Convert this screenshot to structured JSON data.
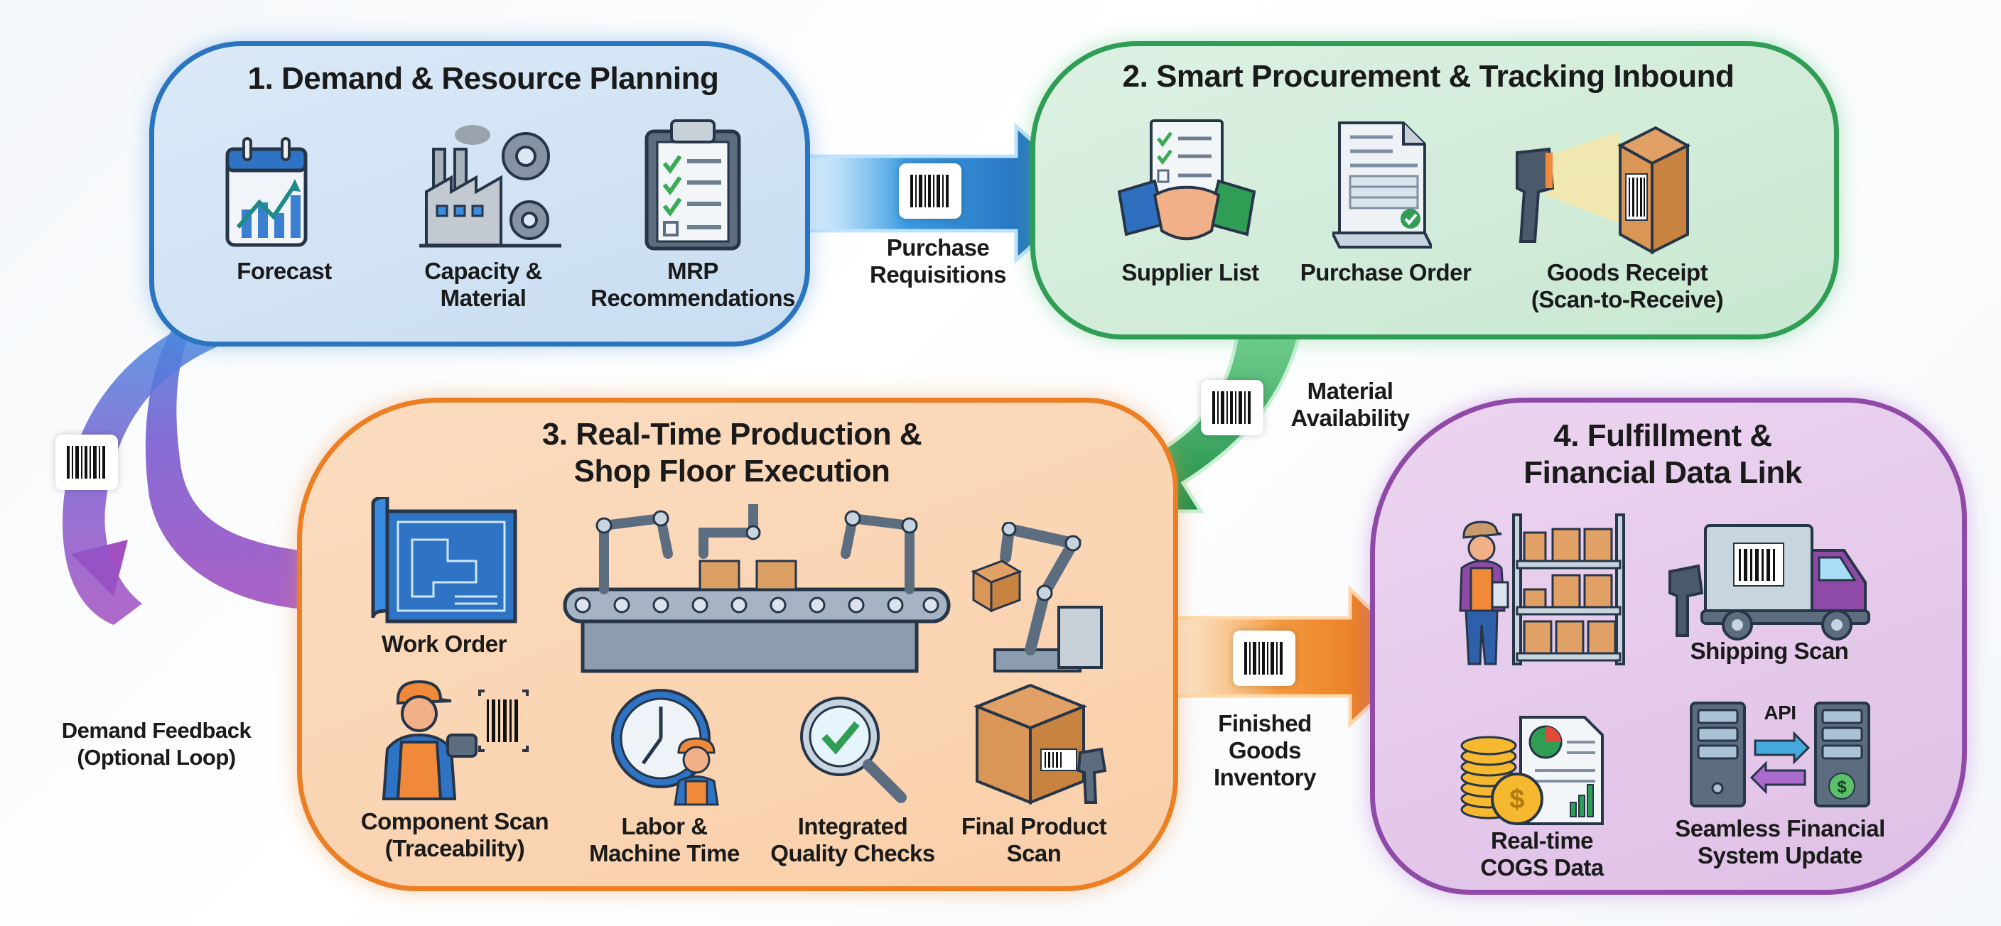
{
  "stages": [
    {
      "title": "1. Demand & Resource Planning",
      "color": "#2a74c0",
      "items": [
        {
          "icon": "calendar-chart-icon",
          "label": "Forecast"
        },
        {
          "icon": "factory-gears-icon",
          "label": "Capacity & Material"
        },
        {
          "icon": "clipboard-checklist-icon",
          "label": "MRP Recommendations"
        }
      ]
    },
    {
      "title": "2. Smart Procurement & Tracking Inbound",
      "color": "#2f9e54",
      "items": [
        {
          "icon": "handshake-document-icon",
          "label": "Supplier List"
        },
        {
          "icon": "purchase-order-document-icon",
          "label": "Purchase Order"
        },
        {
          "icon": "scanner-box-icon",
          "label": "Goods Receipt (Scan-to-Receive)"
        }
      ]
    },
    {
      "title_line1": "3. Real-Time Production &",
      "title_line2": "Shop Floor Execution",
      "color": "#ec7f23",
      "items": [
        {
          "icon": "blueprint-icon",
          "label": "Work Order"
        },
        {
          "icon": "robotic-assembly-line-icon",
          "label": ""
        },
        {
          "icon": "robot-arm-box-icon",
          "label": ""
        },
        {
          "icon": "worker-scanner-icon",
          "label": "Component Scan (Traceability)"
        },
        {
          "icon": "clock-worker-icon",
          "label": "Labor & Machine Time"
        },
        {
          "icon": "magnifier-check-icon",
          "label": "Integrated Quality Checks"
        },
        {
          "icon": "box-scanner-icon",
          "label": "Final Product Scan"
        }
      ]
    },
    {
      "title_line1": "4. Fulfillment &",
      "title_line2": "Financial Data Link",
      "color": "#8f4aa8",
      "items": [
        {
          "icon": "warehouse-worker-shelves-icon",
          "label": ""
        },
        {
          "icon": "truck-scanner-icon",
          "label": "Shipping Scan"
        },
        {
          "icon": "coins-report-icon",
          "label": "Real-time COGS Data"
        },
        {
          "icon": "servers-api-icon",
          "label": "Seamless Financial System Update",
          "api_text": "API"
        }
      ]
    }
  ],
  "connectors": {
    "purchase_requisitions": {
      "line1": "Purchase",
      "line2": "Requisitions"
    },
    "material_availability": {
      "line1": "Material",
      "line2": "Availability"
    },
    "finished_goods": {
      "line1": "Finished",
      "line2": "Goods",
      "line3": "Inventory"
    },
    "demand_feedback": {
      "line1": "Demand Feedback",
      "line2": "(Optional Loop)"
    }
  },
  "labels": {
    "s1_item1": "Forecast",
    "s1_item2_l1": "Capacity &",
    "s1_item2_l2": "Material",
    "s1_item3_l1": "MRP",
    "s1_item3_l2": "Recommendations",
    "s2_item1": "Supplier List",
    "s2_item2": "Purchase Order",
    "s2_item3_l1": "Goods Receipt",
    "s2_item3_l2": "(Scan-to-Receive)",
    "s3_item1": "Work Order",
    "s3_item4_l1": "Component Scan",
    "s3_item4_l2": "(Traceability)",
    "s3_item5_l1": "Labor &",
    "s3_item5_l2": "Machine Time",
    "s3_item6_l1": "Integrated",
    "s3_item6_l2": "Quality Checks",
    "s3_item7_l1": "Final Product",
    "s3_item7_l2": "Scan",
    "s4_item2": "Shipping Scan",
    "s4_item3_l1": "Real-time",
    "s4_item3_l2": "COGS Data",
    "s4_item4_l1": "Seamless Financial",
    "s4_item4_l2": "System Update",
    "api": "API"
  }
}
